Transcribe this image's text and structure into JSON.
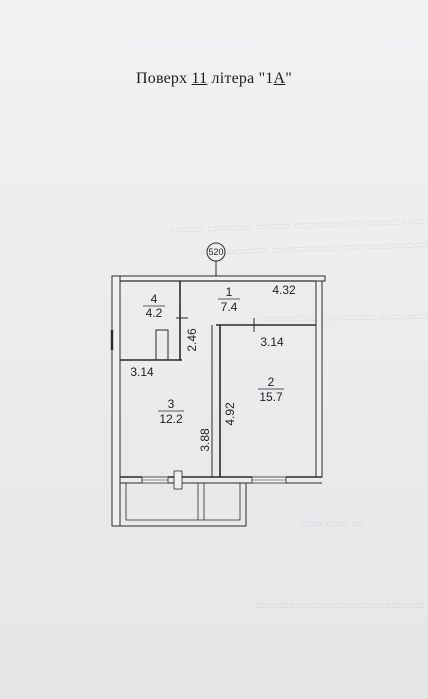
{
  "title": {
    "prefix": "Поверх ",
    "floor": "11",
    "middle": " літера \"1",
    "letter": "А",
    "suffix": "\""
  },
  "plan": {
    "axis_marker": "520",
    "rooms": [
      {
        "number": "1",
        "area": "7.4"
      },
      {
        "number": "2",
        "area": "15.7"
      },
      {
        "number": "3",
        "area": "12.2"
      },
      {
        "number": "4",
        "area": "4.2"
      }
    ],
    "dimensions": {
      "corridor_width": "4.32",
      "room2_top": "3.14",
      "room3_top": "3.14",
      "bath_height": "2.46",
      "room3_height": "3.88",
      "room2_height": "4.92"
    }
  }
}
